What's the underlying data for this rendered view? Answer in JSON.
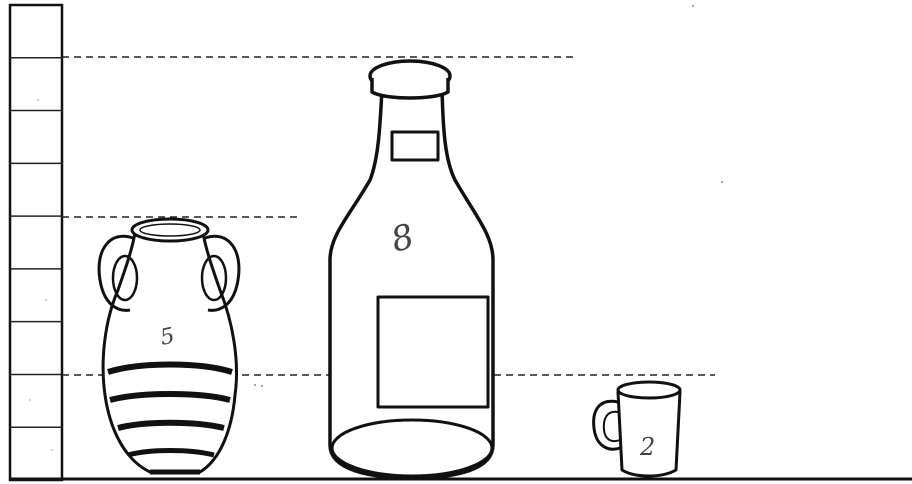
{
  "ruler": {
    "segments": 9
  },
  "objects": [
    {
      "name": "vase",
      "label": "5",
      "height_units": 5
    },
    {
      "name": "bottle",
      "label": "8",
      "height_units": 8
    },
    {
      "name": "cup",
      "label": "2",
      "height_units": 2
    }
  ],
  "colors": {
    "ink": "#111111",
    "sketch": "#555555",
    "paper": "#ffffff"
  }
}
